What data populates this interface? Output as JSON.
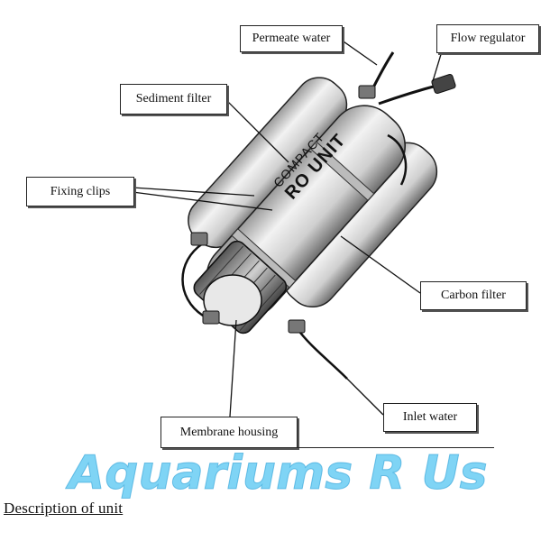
{
  "labels": {
    "permeate_water": "Permeate water",
    "flow_regulator": "Flow regulator",
    "sediment_filter": "Sediment filter",
    "fixing_clips": "Fixing clips",
    "carbon_filter": "Carbon filter",
    "membrane_housing": "Membrane housing",
    "inlet_water": "Inlet water"
  },
  "device_text": {
    "line1": "COMPACT",
    "line2": "RO UNIT"
  },
  "watermark": {
    "text": "Aquariums R Us",
    "color": "#5bc8f2"
  },
  "description_heading": "Description of unit"
}
